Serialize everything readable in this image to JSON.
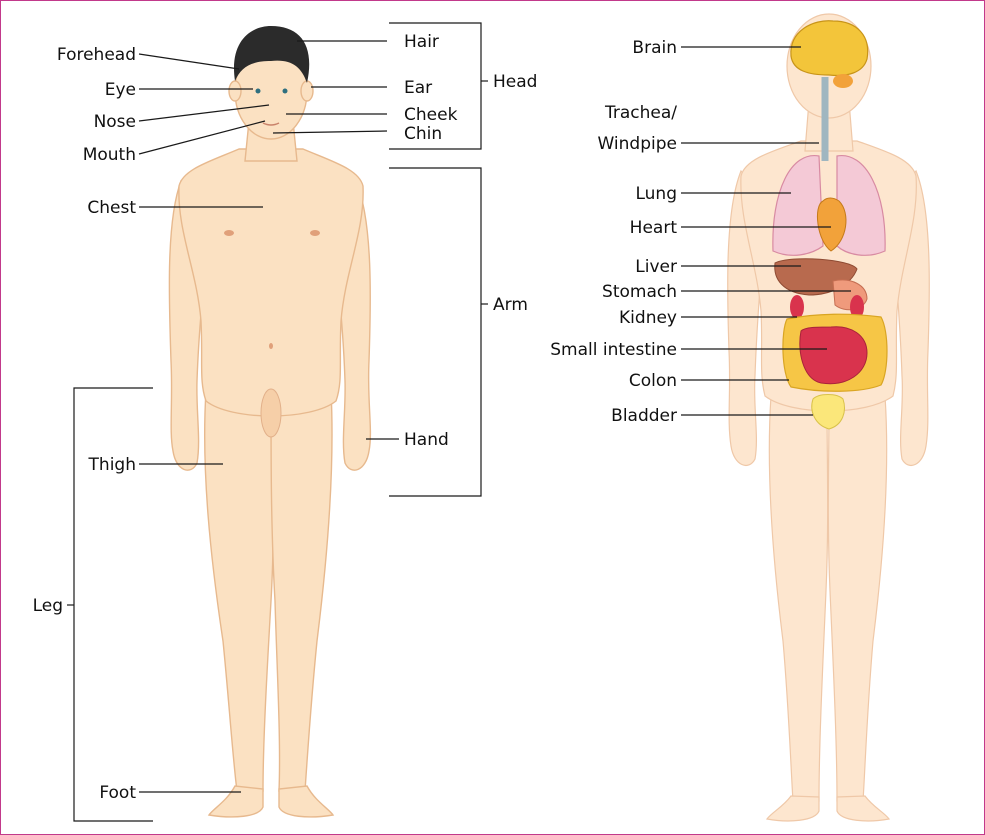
{
  "figure": {
    "left_body": {
      "labels": {
        "forehead": "Forehead",
        "eye": "Eye",
        "nose": "Nose",
        "mouth": "Mouth",
        "chest": "Chest",
        "thigh": "Thigh",
        "leg": "Leg",
        "foot": "Foot",
        "hair": "Hair",
        "ear": "Ear",
        "cheek": "Cheek",
        "chin": "Chin",
        "head": "Head",
        "arm": "Arm",
        "hand": "Hand"
      }
    },
    "right_body": {
      "labels": {
        "brain": "Brain",
        "trachea_1": "Trachea/",
        "trachea_2": "Windpipe",
        "lung": "Lung",
        "heart": "Heart",
        "liver": "Liver",
        "stomach": "Stomach",
        "kidney": "Kidney",
        "small_intestine": "Small intestine",
        "colon": "Colon",
        "bladder": "Bladder"
      }
    },
    "colors": {
      "frame_border": "#c2398b",
      "skin": "#fbe1c2",
      "hair": "#2b2b2b",
      "brain": "#f3c53a",
      "lung": "#f4c9d6",
      "heart": "#f2a23a",
      "liver": "#b86a4e",
      "intestine": "#d9334d",
      "colon": "#f6c646",
      "bladder": "#fbe77a"
    }
  }
}
